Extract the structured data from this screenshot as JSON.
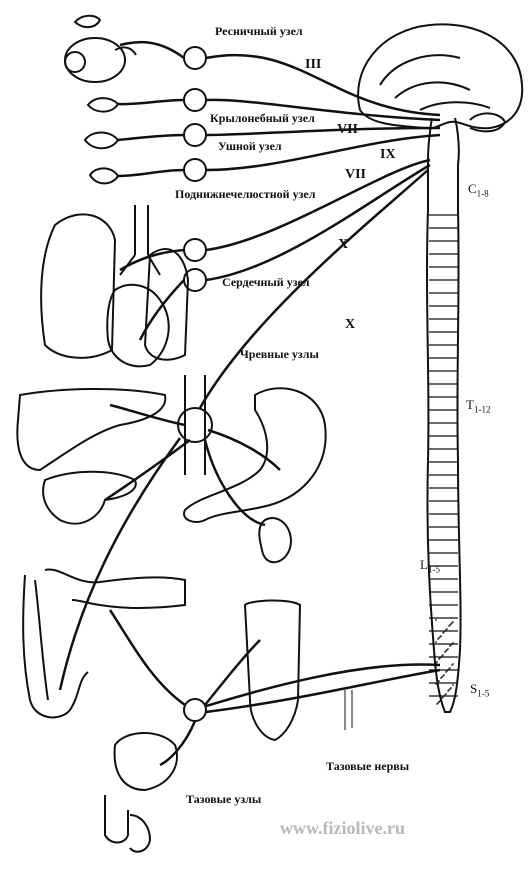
{
  "ganglia_labels": {
    "ciliary": "Ресничный узел",
    "pterygopalatine": "Крылонебный узел",
    "otic": "Ушной узел",
    "submandibular": "Поднижнечелюстной узел",
    "cardiac": "Сердечный узел",
    "celiac": "Чревные узлы",
    "pelvic_ganglia": "Тазовые узлы",
    "pelvic_nerves": "Тазовые нервы"
  },
  "cranial_nerves": {
    "n3": "III",
    "n7a": "VII",
    "n9": "IX",
    "n7b": "VII",
    "n10a": "X",
    "n10b": "X"
  },
  "spinal_segments": {
    "cervical": {
      "letter": "C",
      "range": "1-8"
    },
    "thoracic": {
      "letter": "T",
      "range": "1-12"
    },
    "lumbar": {
      "letter": "L",
      "range": "1-5"
    },
    "sacral": {
      "letter": "S",
      "range": "1-5"
    }
  },
  "watermark": "www.fiziolive.ru"
}
